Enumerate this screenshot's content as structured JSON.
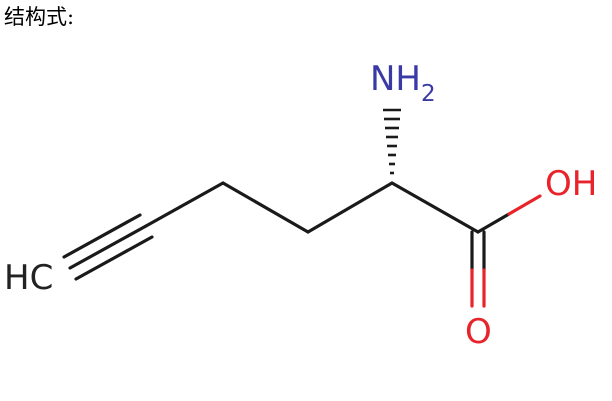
{
  "caption": "结构式:",
  "molecule": {
    "atoms": {
      "terminal_ch": {
        "label": "HC",
        "color": "#222222"
      },
      "amine": {
        "label": "NH",
        "subscript": "2",
        "color": "#3a3aa6"
      },
      "hydroxyl": {
        "label": "OH",
        "color": "#e8232a"
      },
      "carbonyl_oxygen": {
        "label": "O",
        "color": "#e8232a"
      }
    },
    "colors": {
      "bond": "#1a1a1a",
      "oxygen_bond": "#e8232a"
    }
  }
}
